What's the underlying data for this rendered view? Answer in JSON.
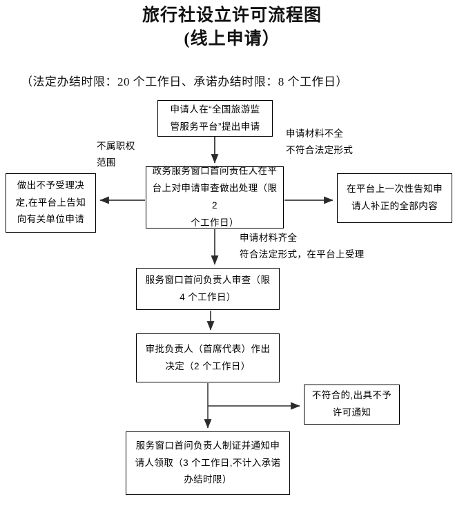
{
  "document": {
    "title_main": "旅行社设立许可流程图",
    "title_sub": "(线上申请）",
    "note": "（法定办结时限：20 个工作日、承诺办结时限：8 个工作日）"
  },
  "chart_data": {
    "type": "diagram",
    "title": "旅行社设立许可流程图（线上申请）",
    "orientation": "top-to-bottom",
    "nodes": [
      {
        "id": "apply",
        "label": "申请人在“全国旅游监管服务平台”提出申请",
        "lines": [
          "申请人在“全国旅游监",
          "管服务平台”提出申请"
        ],
        "shape": "rectangle"
      },
      {
        "id": "firstcheck",
        "label": "政务服务窗口首问责任人在平台上对申请审查做出处理（限2个工作日）",
        "lines": [
          "政务服务窗口首问责任人在平",
          "台上对申请审查做出处理（限 2",
          "个工作日）"
        ],
        "shape": "rectangle"
      },
      {
        "id": "reject",
        "label": "做出不予受理决定,在平台上告知向有关单位申请",
        "lines": [
          "做出不予受理决",
          "定,在平台上告知",
          "向有关单位申请"
        ],
        "shape": "rectangle"
      },
      {
        "id": "supplement",
        "label": "在平台上一次性告知申请人补正的全部内容",
        "lines": [
          "在平台上一次性告知申",
          "请人补正的全部内容"
        ],
        "shape": "rectangle"
      },
      {
        "id": "review",
        "label": "服务窗口首问负责人审查（限4个工作日）",
        "lines": [
          "服务窗口首问负责人审查（限",
          "4 个工作日）"
        ],
        "shape": "rectangle"
      },
      {
        "id": "decision",
        "label": "审批负责人（首席代表）作出决定（2个工作日）",
        "lines": [
          "审批负责人（首席代表）作出",
          "决定（2 个工作日）"
        ],
        "shape": "rectangle"
      },
      {
        "id": "denial",
        "label": "不符合的,出具不予许可通知",
        "lines": [
          "不符合的,出具不予",
          "许可通知"
        ],
        "shape": "rectangle"
      },
      {
        "id": "issue",
        "label": "服务窗口首问负责人制证并通知申请人领取（3个工作日,不计入承诺办结时限）",
        "lines": [
          "服务窗口首问负责人制证并通知申",
          "请人领取（3 个工作日,不计入承诺",
          "办结时限）"
        ],
        "shape": "rectangle"
      }
    ],
    "edges": [
      {
        "from": "apply",
        "to": "firstcheck",
        "label": ""
      },
      {
        "from": "firstcheck",
        "to": "reject",
        "label": "不属职权范围"
      },
      {
        "from": "firstcheck",
        "to": "supplement",
        "label": "申请材料不全\n不符合法定形式"
      },
      {
        "from": "firstcheck",
        "to": "review",
        "label": "申请材料齐全\n符合法定形式，在平台上受理"
      },
      {
        "from": "review",
        "to": "decision",
        "label": ""
      },
      {
        "from": "decision",
        "to": "denial",
        "label": ""
      },
      {
        "from": "decision",
        "to": "issue",
        "label": ""
      }
    ],
    "edge_labels": {
      "outscope_line1": "不属职权",
      "outscope_line2": "范围",
      "incomplete_line1": "申请材料不全",
      "incomplete_line2": "不符合法定形式",
      "complete_line1": "申请材料齐全",
      "complete_line2": "符合法定形式，在平台上受理"
    },
    "colors": {
      "stroke": "#000000",
      "background": "#ffffff",
      "text": "#000000"
    }
  }
}
